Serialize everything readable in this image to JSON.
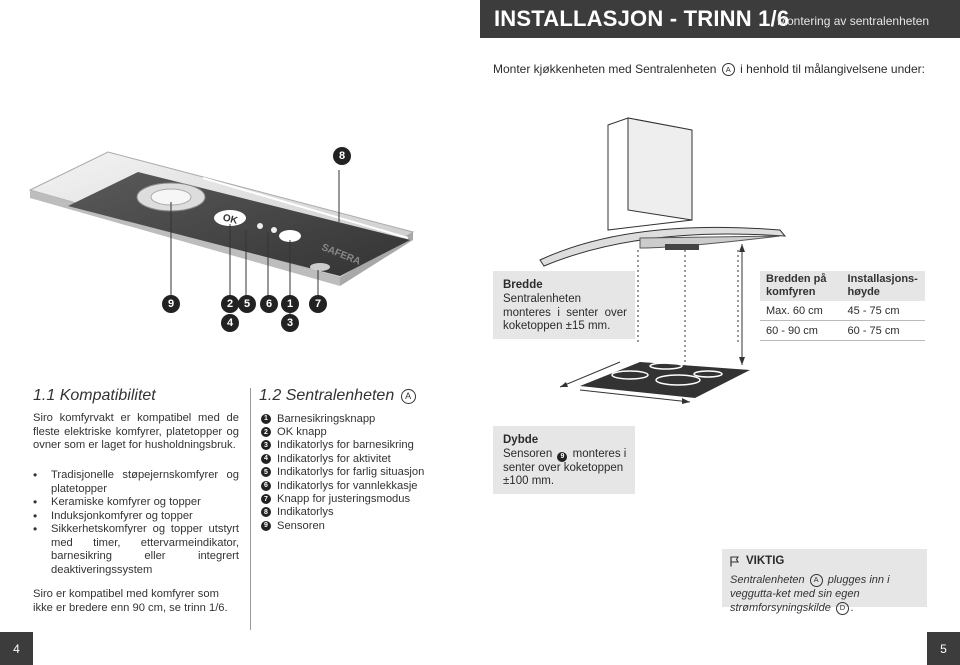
{
  "header": {
    "title": "INSTALLASJON - TRINN 1/6",
    "subtitle": "Montering av sentralenheten"
  },
  "intro": {
    "pre": "Monter kjøkkenheten med Sentralenheten",
    "marker": "A",
    "post": "i henhold til målangivelsene under:"
  },
  "device_labels": {
    "top": "8",
    "row1": [
      "9",
      "2",
      "5",
      "6",
      "1",
      "7"
    ],
    "row2": [
      "4",
      "3"
    ]
  },
  "device": {
    "ok_text": "OK",
    "brand": "SAFERA"
  },
  "width_box": {
    "title": "Bredde",
    "text": "Sentralenheten monteres i senter over koketoppen ±15 mm."
  },
  "depth_box": {
    "title": "Dybde",
    "text_pre": "Sensoren",
    "marker": "9",
    "text_post": "monteres i senter over koketoppen ±100 mm."
  },
  "spec_table": {
    "headers": [
      "Bredden på komfyren",
      "Installasjons-høyde"
    ],
    "rows": [
      [
        "Max. 60 cm",
        "45 - 75 cm"
      ],
      [
        "60 - 90 cm",
        "60 - 75 cm"
      ]
    ]
  },
  "compat": {
    "heading": "1.1  Kompatibilitet",
    "intro": "Siro komfyrvakt er kompatibel med de fleste elektriske komfyrer, platetopper og ovner som er laget for husholdningsbruk.",
    "items": [
      "Tradisjonelle støpejernskomfyrer og platetopper",
      "Keramiske komfyrer og topper",
      "Induksjonkomfyrer og topper",
      "Sikkerhetskomfyrer og topper utstyrt med timer, ettervarmeindikator, barnesikring eller integrert deaktiveringssystem"
    ],
    "footer": "Siro er kompatibel med komfyrer som ikke er bredere enn 90 cm, se trinn 1/6."
  },
  "central": {
    "heading": "1.2  Sentralenheten",
    "marker": "A",
    "items": [
      {
        "n": "1",
        "label": "Barnesikringsknapp"
      },
      {
        "n": "2",
        "label": "OK knapp"
      },
      {
        "n": "3",
        "label": "Indikatorlys for barnesikring"
      },
      {
        "n": "4",
        "label": "Indikatorlys for aktivitet"
      },
      {
        "n": "5",
        "label": "Indikatorlys for farlig situasjon"
      },
      {
        "n": "6",
        "label": "Indikatorlys for vannlekkasje"
      },
      {
        "n": "7",
        "label": "Knapp for justeringsmodus"
      },
      {
        "n": "8",
        "label": "Indikatorlys"
      },
      {
        "n": "9",
        "label": "Sensoren"
      }
    ]
  },
  "viktig": {
    "title": "VIKTIG",
    "text_pre": "Sentralenheten",
    "marker_a": "A",
    "text_mid": "plugges inn i veggutta-ket med sin egen strømforsyningskilde",
    "marker_d": "D",
    "text_post": "."
  },
  "pages": {
    "left": "4",
    "right": "5"
  }
}
